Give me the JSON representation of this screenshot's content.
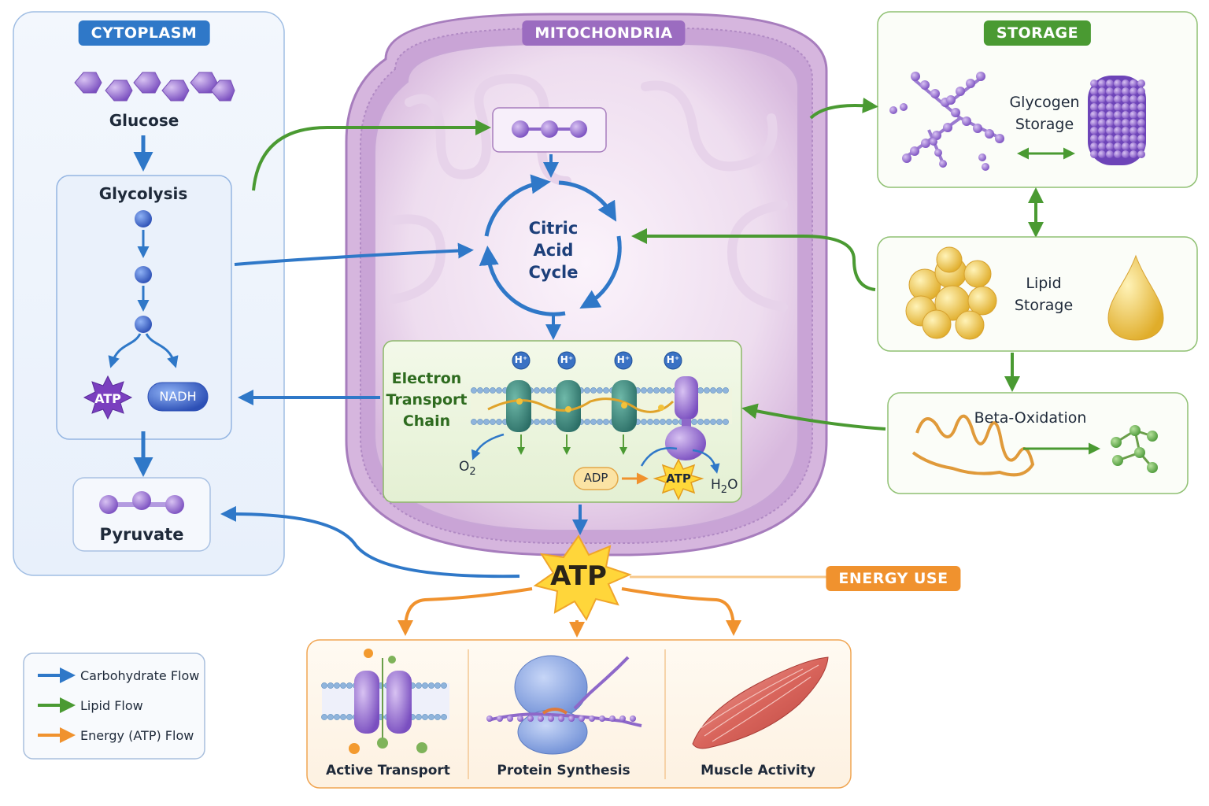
{
  "regions": {
    "cytoplasm": "CYTOPLASM",
    "mitochondria": "MITOCHONDRIA",
    "storage": "STORAGE",
    "energy_use": "ENERGY USE"
  },
  "cytoplasm": {
    "glucose": "Glucose",
    "glycolysis": "Glycolysis",
    "atp": "ATP",
    "nadh": "NADH",
    "pyruvate": "Pyruvate"
  },
  "mitochondria": {
    "citric_cycle": [
      "Citric",
      "Acid",
      "Cycle"
    ],
    "etc": [
      "Electron",
      "Transport",
      "Chain"
    ],
    "proton": "H⁺",
    "o2_base": "O",
    "o2_sub": "2",
    "h2o_base": "H",
    "h2o_sub": "2",
    "h2o_tail": "O",
    "adp": "ADP",
    "atp": "ATP"
  },
  "storage": {
    "glycogen": [
      "Glycogen",
      "Storage"
    ],
    "lipid": [
      "Lipid",
      "Storage"
    ],
    "beta_oxidation": "Beta-Oxidation"
  },
  "atp_main": "ATP",
  "energy_uses": [
    "Active Transport",
    "Protein Synthesis",
    "Muscle Activity"
  ],
  "legend": {
    "carbohydrate": "Carbohydrate Flow",
    "lipid": "Lipid Flow",
    "energy": "Energy (ATP) Flow"
  },
  "colors": {
    "carbohydrate": "#2f78c8",
    "lipid": "#4a9a32",
    "energy": "#f0922e",
    "mitochondria": "#9b6cc0"
  }
}
